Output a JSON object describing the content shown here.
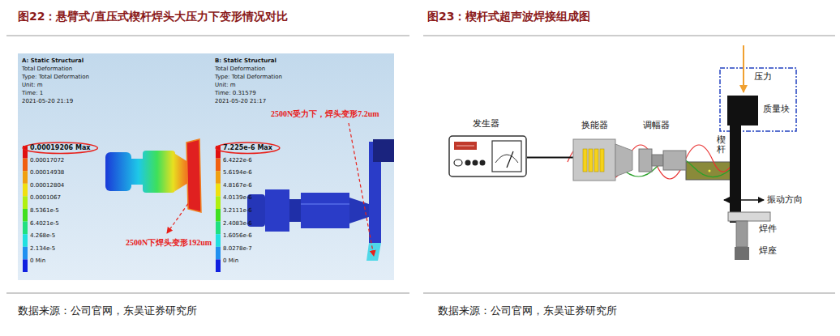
{
  "diagram": {
    "nodes": [
      {
        "text": [
          "发生器"
        ]
      },
      {
        "text": [
          "换能器"
        ]
      },
      {
        "text": [
          "调幅器"
        ]
      },
      {
        "text": [
          "质量块"
        ]
      },
      {
        "text": [
          "楔杆"
        ]
      },
      {
        "text": [
          "焊件"
        ]
      },
      {
        "text": [
          "焊座"
        ]
      }
    ],
    "edges": [
      {
        "from": 0,
        "to": 1,
        "arrow": "none"
      }
    ],
    "labels": [
      "图22：悬臂式/直压式楔杆焊头大压力下变形情况对比",
      "A: Static Structural",
      "Total Deformation",
      "Type: Total Deformation",
      "Unit: m",
      "Time: 1",
      "2021-05-20 21:19",
      "0.00019206 Max",
      "0.00017072",
      "0.00014938",
      "0.00012804",
      "0.0001067",
      "8.5361e-5",
      "6.4021e-5",
      "4.268e-5",
      "2.134e-5",
      "0 Min",
      "2500N下焊头变形192um",
      "B: Static Structural",
      "Total Deformation",
      "Type: Total Deformation",
      "Unit: m",
      "Time: 0.31579",
      "2021-05-20 21:17",
      "7.225e-6 Max",
      "6.4222e-6",
      "5.6194e-6",
      "4.8167e-6",
      "4.0139e-6",
      "3.2111e-6",
      "2.4083e-6",
      "1.6056e-6",
      "8.0278e-7",
      "0 Min",
      "2500N受力下，焊头变形7.2um",
      "数据来源：公司官网，东吴证券研究所",
      "图23：楔杆式超声波焊接组成图",
      "压力",
      "振动方向",
      "数据来源：公司官网，东吴证券研究所"
    ]
  }
}
